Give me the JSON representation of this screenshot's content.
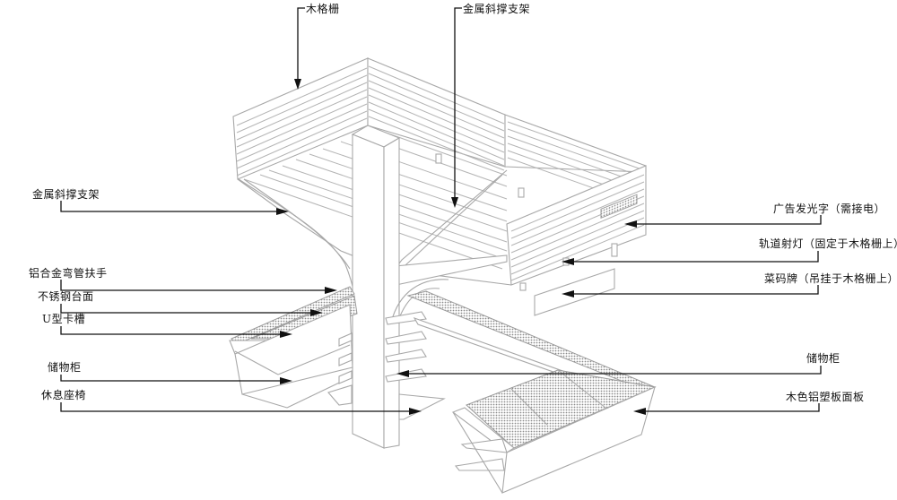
{
  "drawing": {
    "type": "isometric elevation / callout diagram",
    "line_color": "#a8a8a8",
    "leader_color": "#111111"
  },
  "callouts": {
    "top": [
      {
        "id": "wood_grille",
        "text": "木格栅"
      },
      {
        "id": "metal_brace_top",
        "text": "金属斜撑支架"
      }
    ],
    "left": [
      {
        "id": "metal_brace_left",
        "text": "金属斜撑支架"
      },
      {
        "id": "handrail",
        "text": "铝合金弯管扶手"
      },
      {
        "id": "steel_top",
        "text": "不锈钢台面"
      },
      {
        "id": "u_slot",
        "text": "U型卡槽"
      },
      {
        "id": "storage_left",
        "text": "储物柜"
      },
      {
        "id": "bench",
        "text": "休息座椅"
      }
    ],
    "right": [
      {
        "id": "sign",
        "text": "广告发光字（需接电）"
      },
      {
        "id": "track_light",
        "text": "轨道射灯（固定于木格栅上）"
      },
      {
        "id": "menu_board",
        "text": "菜码牌（吊挂于木格栅上）"
      },
      {
        "id": "storage_right",
        "text": "储物柜"
      },
      {
        "id": "panel",
        "text": "木色铝塑板面板"
      }
    ]
  }
}
